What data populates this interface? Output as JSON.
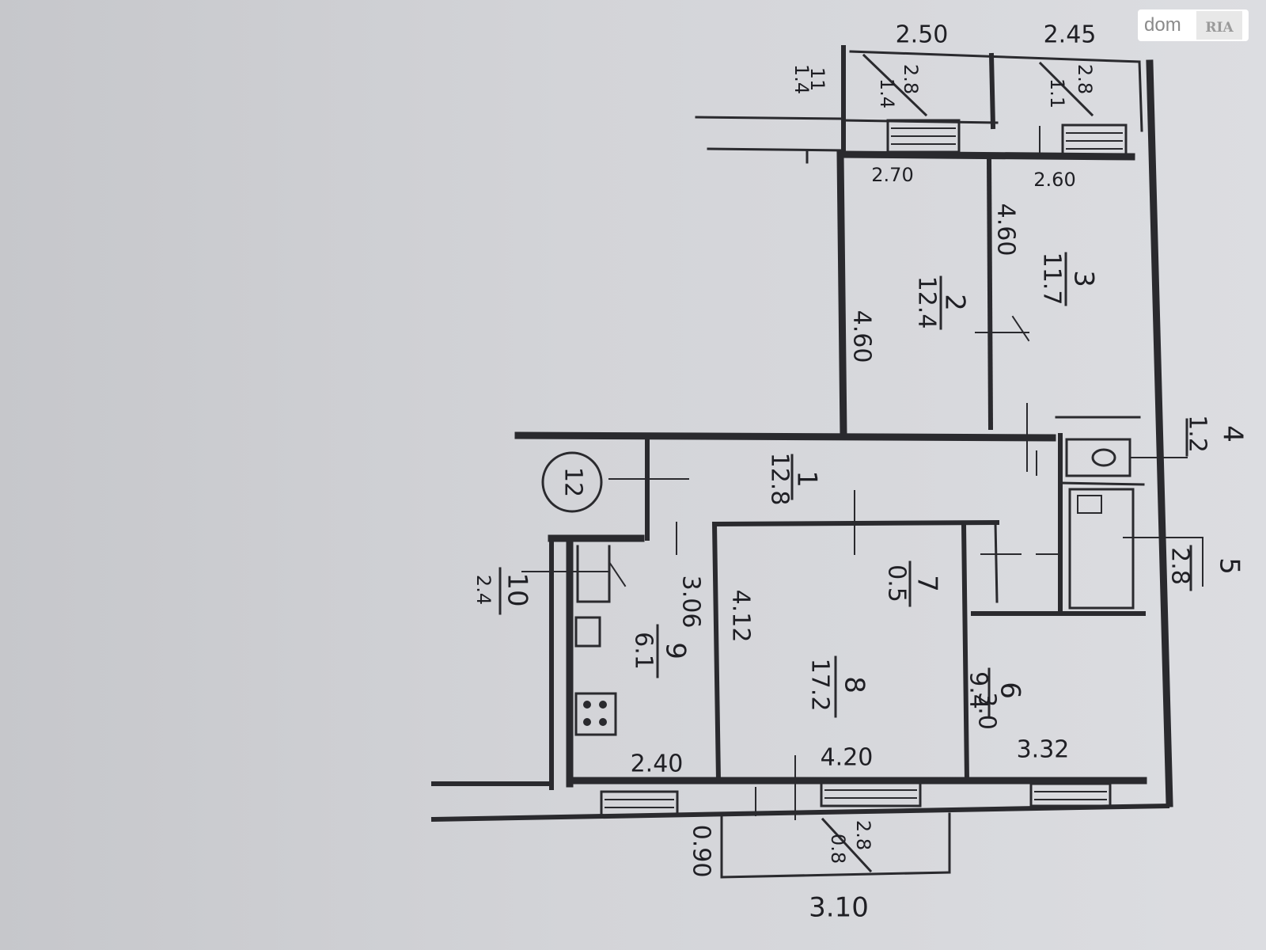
{
  "watermark": {
    "text": "dom",
    "logo": "RIA"
  },
  "plan": {
    "room_labels": {
      "r1_num": "1",
      "r1_area": "12.8",
      "r2_num": "2",
      "r2_area": "12.4",
      "r3_num": "3",
      "r3_area": "11.7",
      "r4_num": "4",
      "r4_area": "1.2",
      "r5_num": "5",
      "r5_area": "2.8",
      "r6_num": "6",
      "r6_area": "9.4",
      "r7_num": "7",
      "r7_area": "0.5",
      "r8_num": "8",
      "r8_area": "17.2",
      "r9_num": "9",
      "r9_area": "6.1",
      "r10_num": "10",
      "r10_area": "2.4",
      "r11_num": "11",
      "r11_area": "1.4",
      "balcony_left_top": "2.8",
      "balcony_left_bottom": "1.4",
      "balcony_right_top": "2.8",
      "balcony_right_bottom": "1.1",
      "balcony_bottom_top": "2.8",
      "balcony_bottom_bottom": "0.8",
      "floor_circle": "12"
    },
    "dimensions": {
      "d_2_50": "2.50",
      "d_2_45": "2.45",
      "d_2_70": "2.70",
      "d_2_60": "2.60",
      "d_4_60a": "4.60",
      "d_4_60b": "4.60",
      "d_3_06": "3.06",
      "d_4_12": "4.12",
      "d_3_0": "3.0",
      "d_3_32": "3.32",
      "d_2_40": "2.40",
      "d_4_20": "4.20",
      "d_0_90": "0.90",
      "d_3_10": "3.10"
    }
  }
}
